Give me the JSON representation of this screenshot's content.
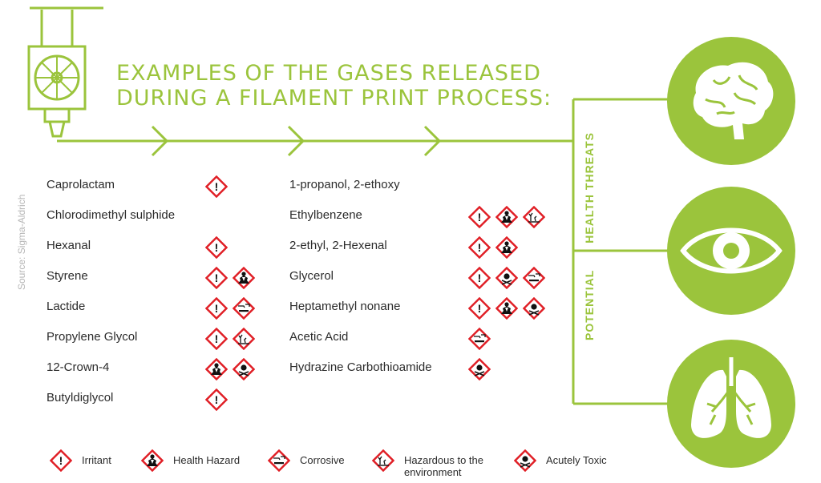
{
  "title": {
    "line1": "EXAMPLES OF THE GASES RELEASED",
    "line2": "DURING A FILAMENT PRINT PROCESS:"
  },
  "source": "Source: Sigma-Aldrich",
  "health_label": {
    "part1": "POTENTIAL",
    "part2": "HEALTH THREATS"
  },
  "threats": [
    "brain-icon",
    "eye-icon",
    "lungs-icon"
  ],
  "colors": {
    "green": "#9bc43c",
    "hazard_red": "#e01e25",
    "text": "#2b2b2b"
  },
  "gases_left": [
    {
      "name": "Caprolactam",
      "hazards": [
        "irritant"
      ]
    },
    {
      "name": "Chlorodimethyl sulphide",
      "hazards": []
    },
    {
      "name": "Hexanal",
      "hazards": [
        "irritant"
      ]
    },
    {
      "name": "Styrene",
      "hazards": [
        "irritant",
        "health"
      ]
    },
    {
      "name": "Lactide",
      "hazards": [
        "irritant",
        "corrosive"
      ]
    },
    {
      "name": "Propylene Glycol",
      "hazards": [
        "irritant",
        "environment"
      ]
    },
    {
      "name": "12-Crown-4",
      "hazards": [
        "health",
        "toxic"
      ]
    },
    {
      "name": "Butyldiglycol",
      "hazards": [
        "irritant"
      ]
    }
  ],
  "gases_right": [
    {
      "name": "1-propanol, 2-ethoxy",
      "hazards": []
    },
    {
      "name": "Ethylbenzene",
      "hazards": [
        "irritant",
        "health",
        "environment"
      ]
    },
    {
      "name": "2-ethyl, 2-Hexenal",
      "hazards": [
        "irritant",
        "health"
      ]
    },
    {
      "name": "Glycerol",
      "hazards": [
        "irritant",
        "toxic",
        "corrosive"
      ]
    },
    {
      "name": "Heptamethyl nonane",
      "hazards": [
        "irritant",
        "health",
        "toxic"
      ]
    },
    {
      "name": "Acetic Acid",
      "hazards": [
        "corrosive"
      ]
    },
    {
      "name": "Hydrazine Carbothioamide",
      "hazards": [
        "toxic"
      ]
    }
  ],
  "legend": [
    {
      "key": "irritant",
      "label": "Irritant"
    },
    {
      "key": "health",
      "label": "Health Hazard"
    },
    {
      "key": "corrosive",
      "label": "Corrosive"
    },
    {
      "key": "environment",
      "label": "Hazardous to the environment"
    },
    {
      "key": "toxic",
      "label": "Acutely Toxic"
    }
  ]
}
